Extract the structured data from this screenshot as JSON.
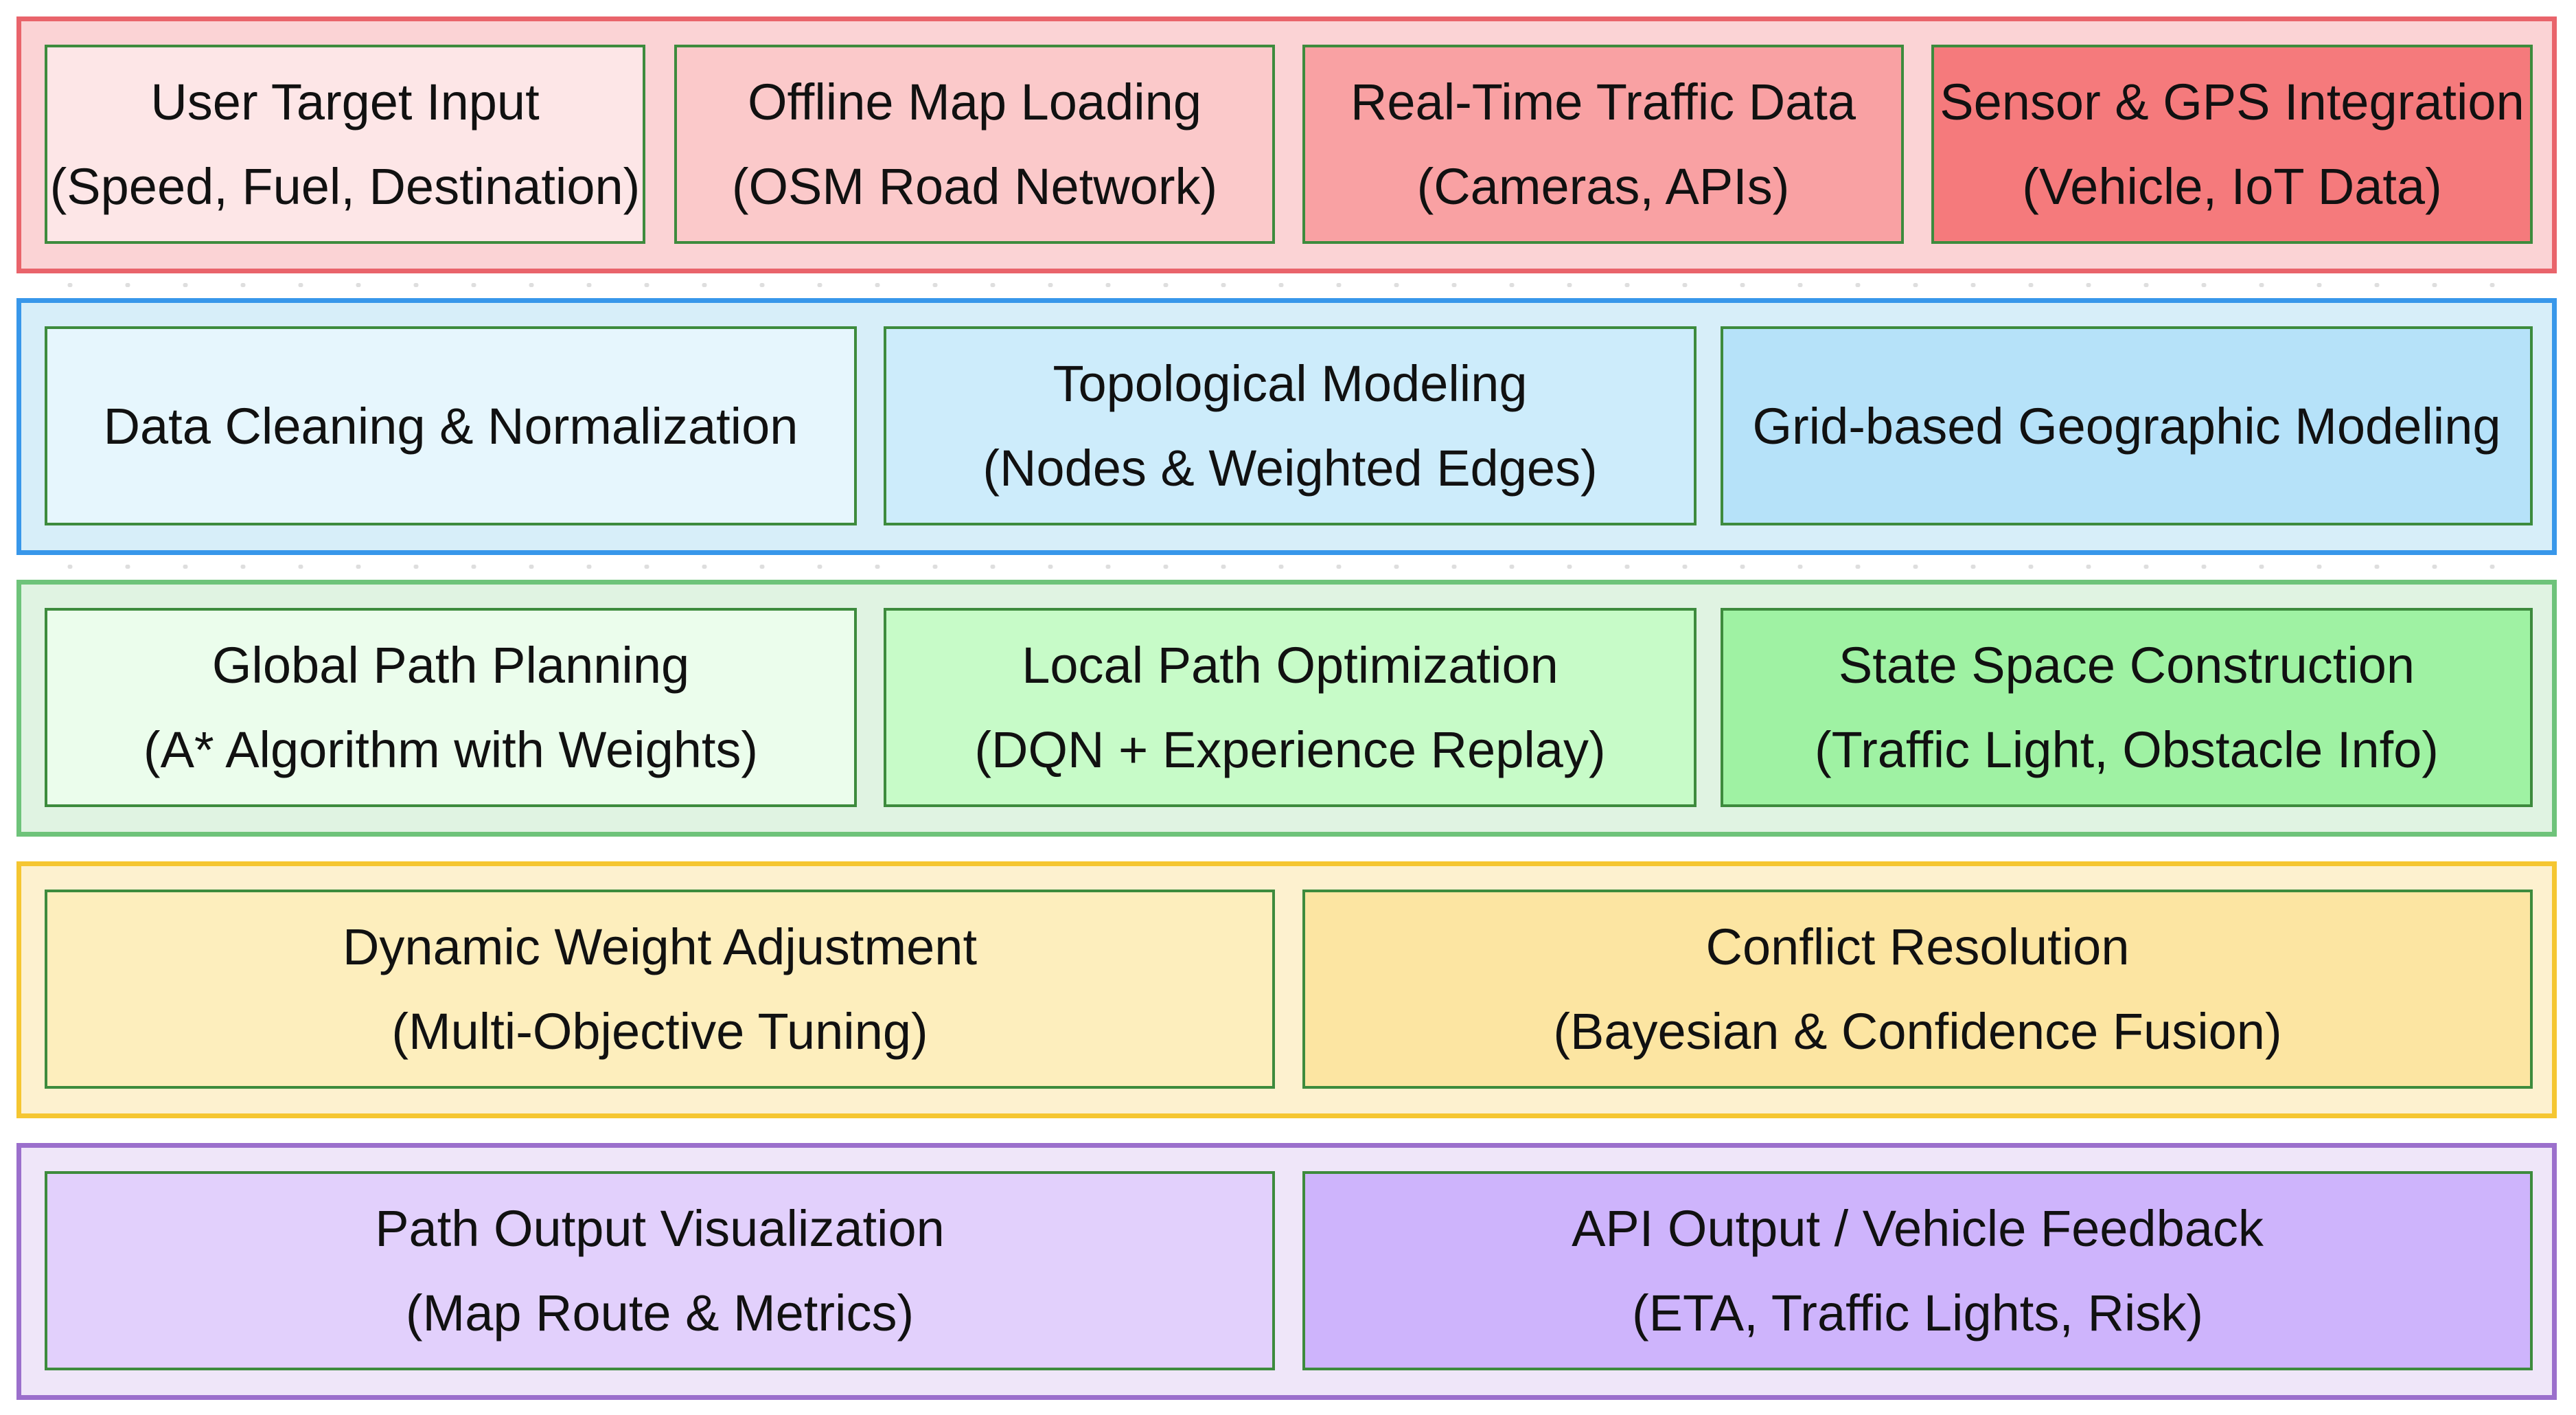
{
  "layers": [
    {
      "style": {
        "border": "#e9646b",
        "background": "#fbd3d5"
      },
      "boxes": [
        {
          "line1": "User Target Input",
          "line2": "(Speed, Fuel, Destination)",
          "fill": "#fde6e7"
        },
        {
          "line1": "Offline Map Loading",
          "line2": "(OSM Road Network)",
          "fill": "#fbc9ca"
        },
        {
          "line1": "Real-Time Traffic Data",
          "line2": "(Cameras, APIs)",
          "fill": "#f9a1a3"
        },
        {
          "line1": "Sensor & GPS Integration",
          "line2": "(Vehicle, IoT Data)",
          "fill": "#f57a7c"
        }
      ]
    },
    {
      "style": {
        "border": "#3897ea",
        "background": "#d7eef9"
      },
      "boxes": [
        {
          "line1": "Data Cleaning & Normalization",
          "line2": "",
          "fill": "#e6f6fd"
        },
        {
          "line1": "Topological Modeling",
          "line2": "(Nodes & Weighted Edges)",
          "fill": "#cdecfb"
        },
        {
          "line1": "Grid-based Geographic Modeling",
          "line2": "",
          "fill": "#b6e2f9"
        }
      ]
    },
    {
      "style": {
        "border": "#6ec37a",
        "background": "#e0f3e2"
      },
      "boxes": [
        {
          "line1": "Global Path Planning",
          "line2": "(A* Algorithm with Weights)",
          "fill": "#ebfdec"
        },
        {
          "line1": "Local Path Optimization",
          "line2": "(DQN + Experience Replay)",
          "fill": "#c7fbc8"
        },
        {
          "line1": "State Space Construction",
          "line2": "(Traffic Light, Obstacle Info)",
          "fill": "#9ff2a3"
        }
      ]
    },
    {
      "style": {
        "border": "#f5c631",
        "background": "#fdf1cf"
      },
      "boxes": [
        {
          "line1": "Dynamic Weight Adjustment",
          "line2": "(Multi-Objective Tuning)",
          "fill": "#fdeebd"
        },
        {
          "line1": "Conflict Resolution",
          "line2": "(Bayesian & Confidence Fusion)",
          "fill": "#fce5a2"
        }
      ]
    },
    {
      "style": {
        "border": "#9b6fcc",
        "background": "#efe6f9"
      },
      "boxes": [
        {
          "line1": "Path Output Visualization",
          "line2": "(Map Route & Metrics)",
          "fill": "#e2d0fc"
        },
        {
          "line1": "API Output / Vehicle Feedback",
          "line2": "(ETA, Traffic Lights, Risk)",
          "fill": "#ceb4fc"
        }
      ]
    }
  ]
}
